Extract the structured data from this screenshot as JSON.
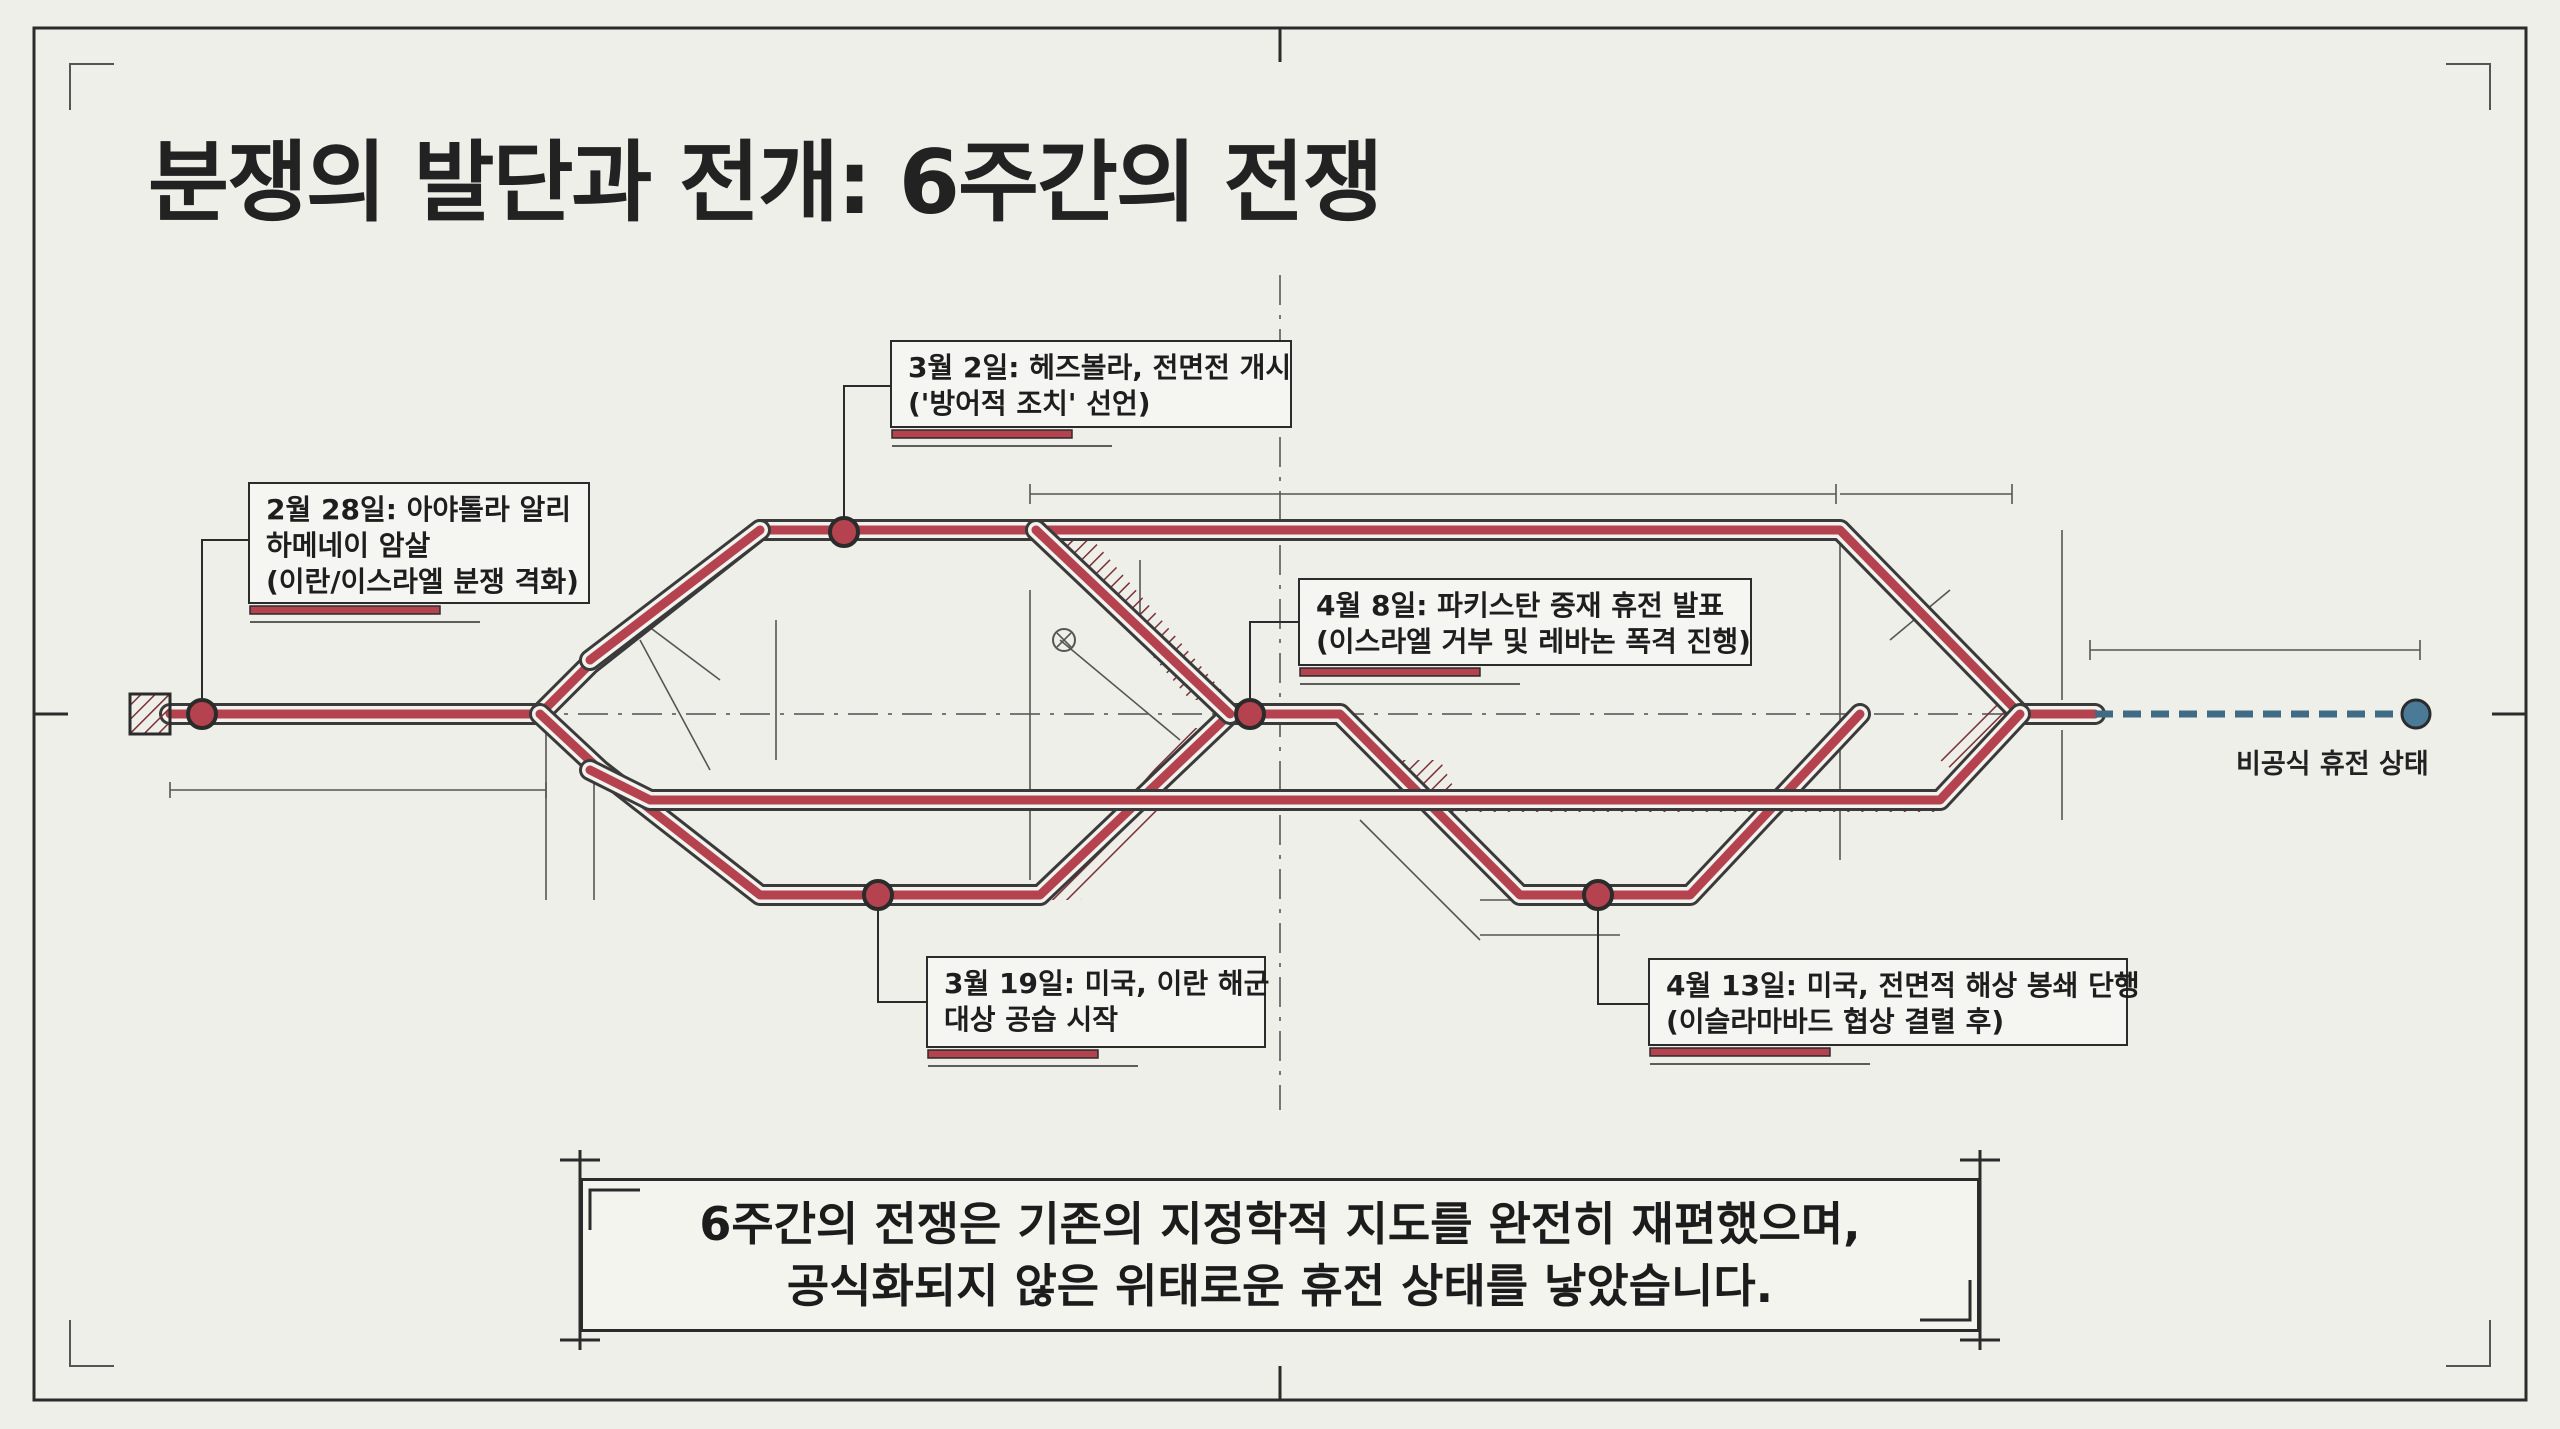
{
  "title": "분쟁의 발단과 전개: 6주간의 전쟁",
  "colors": {
    "background": "#efefe9",
    "track": "#b5434f",
    "track_outline": "#3a3a3a",
    "future_line": "#3f6b85",
    "end_node": "#4a7a97",
    "ink": "#2b2b2b"
  },
  "events": [
    {
      "id": "e1",
      "lines": [
        "2월 28일: 아야톨라 알리",
        "하메네이 암살",
        "(이란/이스라엘 분쟁 격화)"
      ]
    },
    {
      "id": "e2",
      "lines": [
        "3월 2일: 헤즈볼라, 전면전 개시",
        "('방어적 조치' 선언)"
      ]
    },
    {
      "id": "e3",
      "lines": [
        "3월 19일: 미국, 이란 해군",
        "대상 공습 시작"
      ]
    },
    {
      "id": "e4",
      "lines": [
        "4월 8일: 파키스탄 중재 휴전 발표",
        "(이스라엘 거부 및 레바논 폭격 진행)"
      ]
    },
    {
      "id": "e5",
      "lines": [
        "4월 13일: 미국, 전면적 해상 봉쇄 단행",
        "(이슬라마바드 협상 결렬 후)"
      ]
    }
  ],
  "end_state": "비공식 휴전 상태",
  "summary": {
    "line1": "6주간의 전쟁은 기존의 지정학적 지도를 완전히 재편했으며,",
    "line2": "공식화되지 않은 위태로운 휴전 상태를 낳았습니다."
  }
}
